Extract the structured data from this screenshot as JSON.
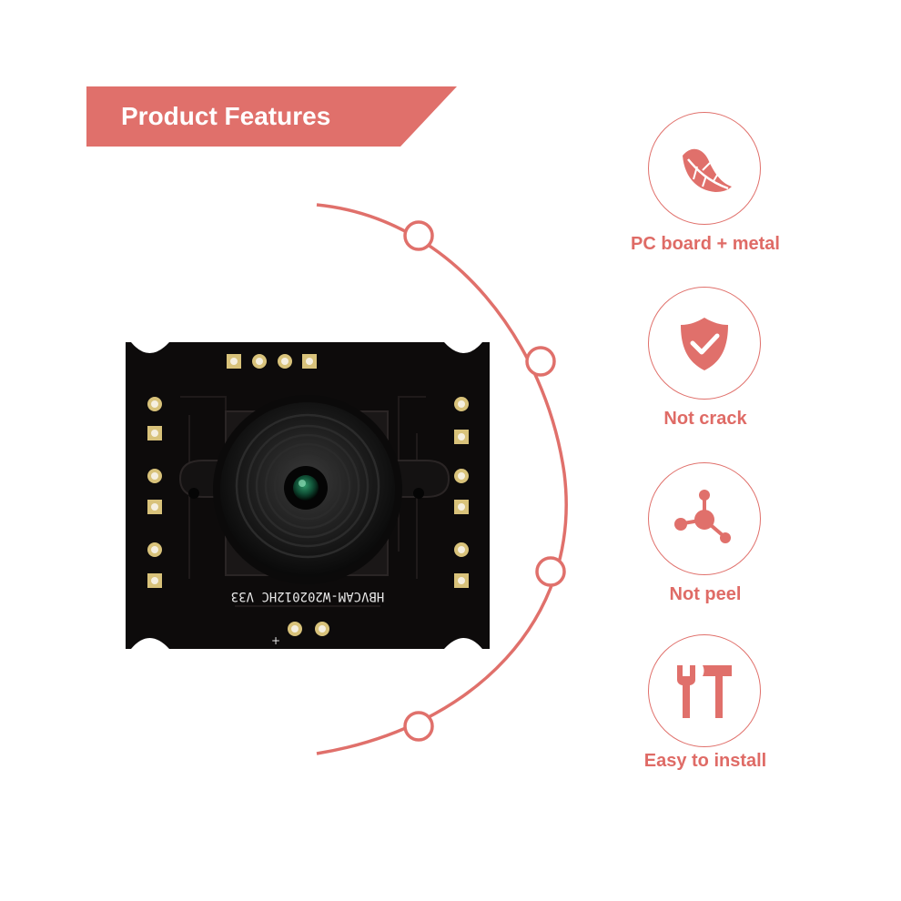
{
  "banner": {
    "title": "Product Features"
  },
  "product": {
    "silkscreen_text": "HBVCAM-W202012HC V33"
  },
  "features": [
    {
      "icon": "leaf-icon",
      "label": "PC board + metal"
    },
    {
      "icon": "shield-check-icon",
      "label": "Not crack"
    },
    {
      "icon": "molecule-icon",
      "label": "Not peel"
    },
    {
      "icon": "tools-icon",
      "label": "Easy to install"
    }
  ],
  "colors": {
    "accent": "#e0706b",
    "accent_light": "#e58a84",
    "board": "#0d0b0b",
    "pad": "#d8c27a",
    "text_white": "#ffffff"
  }
}
